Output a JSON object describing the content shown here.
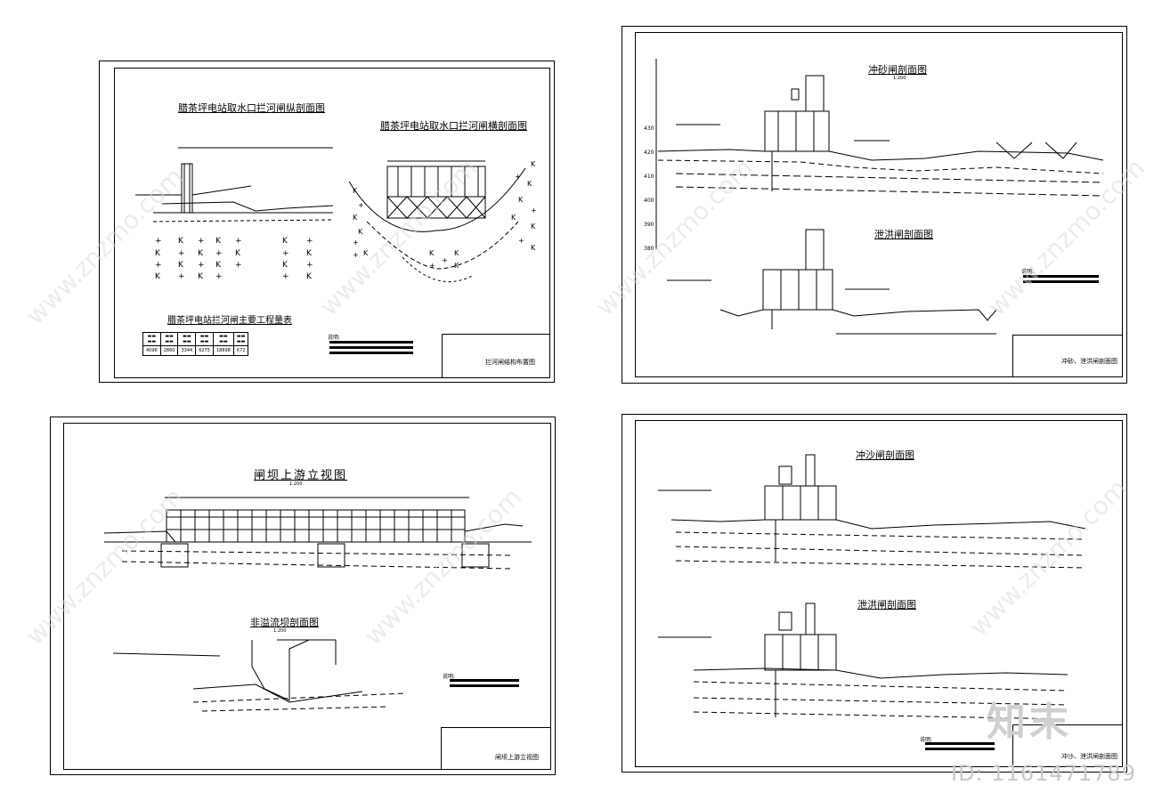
{
  "sheets": {
    "tl": {
      "title_long": "腊茶坪电站取水口拦河闸纵剖面图",
      "title_cross": "腊茶坪电站取水口拦河闸横剖面图",
      "title_table": "腊茶坪电站拦河闸主要工程量表",
      "table_values": [
        "4096",
        "2860",
        "3344",
        "6275",
        "18898",
        "672"
      ],
      "note_label": "说明:",
      "titleblock_name": "拦河闸结构布置图"
    },
    "tr": {
      "title_top": "冲砂闸剖面图",
      "scale_top": "1:200",
      "title_bottom": "泄洪闸剖面图",
      "y_ticks": [
        "430",
        "420",
        "410",
        "400",
        "390",
        "380"
      ],
      "note_label": "说明:",
      "titleblock_name": "冲砂、泄洪闸剖面图"
    },
    "bl": {
      "title_top": "闸坝上游立视图",
      "scale_top": "1:200",
      "title_bottom": "非溢流坝剖面图",
      "scale_bottom": "1:200",
      "note_label": "说明:",
      "titleblock_name": "闸坝上游立视图"
    },
    "br": {
      "title_top": "冲沙闸剖面图",
      "title_bottom": "泄洪闸剖面图",
      "note_label": "说明:",
      "titleblock_name": "冲沙、泄洪闸剖面图"
    }
  },
  "watermark": "www.znzmo.com",
  "brand": "知末",
  "doc_id": "ID: 1161471789"
}
